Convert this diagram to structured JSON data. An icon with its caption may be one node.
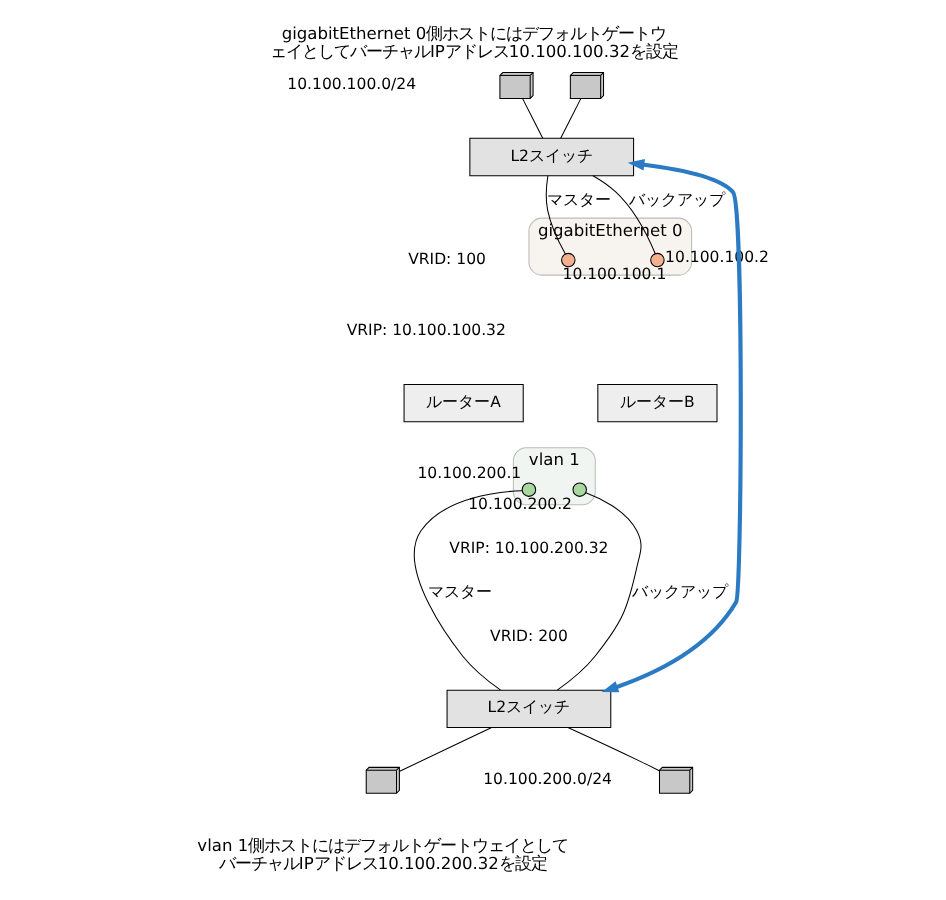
{
  "diagram": {
    "title": "gigabitEthernet 0側ホストにはデフォルトゲートウェイとしてバーチャルIPアドレス10.100.100.32を設定",
    "caption": "vlan 1側ホストにはデフォルトゲートウェイとしてバーチャルIPアドレス10.100.200.32を設定",
    "nodes": [
      {
        "text": [],
        "shape": "computer"
      },
      {
        "text": [],
        "shape": "computer"
      },
      {
        "text": [
          "L2スイッチ"
        ]
      },
      {
        "text": [
          "gigabitEthernet 0"
        ]
      },
      {
        "text": [],
        "shape": "circle",
        "beside": [
          "10.100.100.1"
        ],
        "in": 3
      },
      {
        "text": [],
        "shape": "circle",
        "beside": [
          "10.100.100.2"
        ],
        "in": 3
      },
      {
        "text": [
          "ルーターA"
        ]
      },
      {
        "text": [
          "ルーターB"
        ]
      },
      {
        "text": [
          "vlan 1"
        ]
      },
      {
        "text": [],
        "shape": "circle",
        "beside": [
          "10.100.200.1"
        ],
        "in": 8
      },
      {
        "text": [],
        "shape": "circle",
        "beside": [
          "10.100.200.2"
        ],
        "in": 8
      },
      {
        "text": [
          "L2スイッチ"
        ]
      },
      {
        "text": [],
        "shape": "computer"
      },
      {
        "text": [],
        "shape": "computer"
      }
    ],
    "edges": [
      {
        "from": 0,
        "to": 2,
        "arrow": "none"
      },
      {
        "from": 1,
        "to": 2,
        "arrow": "none"
      },
      {
        "from": 2,
        "to": 4,
        "arrow": "none",
        "label": "マスター"
      },
      {
        "from": 2,
        "to": 5,
        "arrow": "none",
        "label": "バックアップ"
      },
      {
        "from": 9,
        "to": 11,
        "arrow": "none",
        "label": "マスター"
      },
      {
        "from": 10,
        "to": 11,
        "arrow": "none",
        "label": "バックアップ"
      },
      {
        "from": 11,
        "to": 12,
        "arrow": "none"
      },
      {
        "from": 11,
        "to": 13,
        "arrow": "none"
      },
      {
        "from": 2,
        "to": 11,
        "arrow": "both",
        "style": "thick",
        "color": "#2a7bc4"
      }
    ],
    "labels": [
      "10.100.100.0/24",
      "VRID: 100",
      "VRIP: 10.100.100.32",
      "VRIP: 10.100.200.32",
      "VRID: 200",
      "10.100.200.0/24"
    ]
  }
}
